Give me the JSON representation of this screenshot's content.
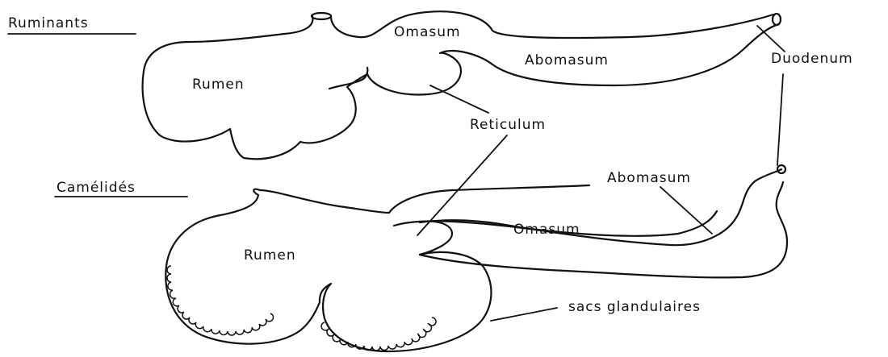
{
  "diagram": {
    "headings": {
      "ruminants": "Ruminants",
      "camelides": "Camélidés"
    },
    "ruminant_labels": {
      "rumen": "Rumen",
      "omasum": "Omasum",
      "abomasum": "Abomasum",
      "duodenum": "Duodenum"
    },
    "shared_labels": {
      "reticulum": "Reticulum"
    },
    "camelid_labels": {
      "rumen": "Rumen",
      "omasum": "Omasum",
      "abomasum": "Abomasum",
      "glandular_sacs": "sacs glandulaires"
    },
    "colors": {
      "ink": "#111111",
      "paper": "#ffffff"
    }
  }
}
